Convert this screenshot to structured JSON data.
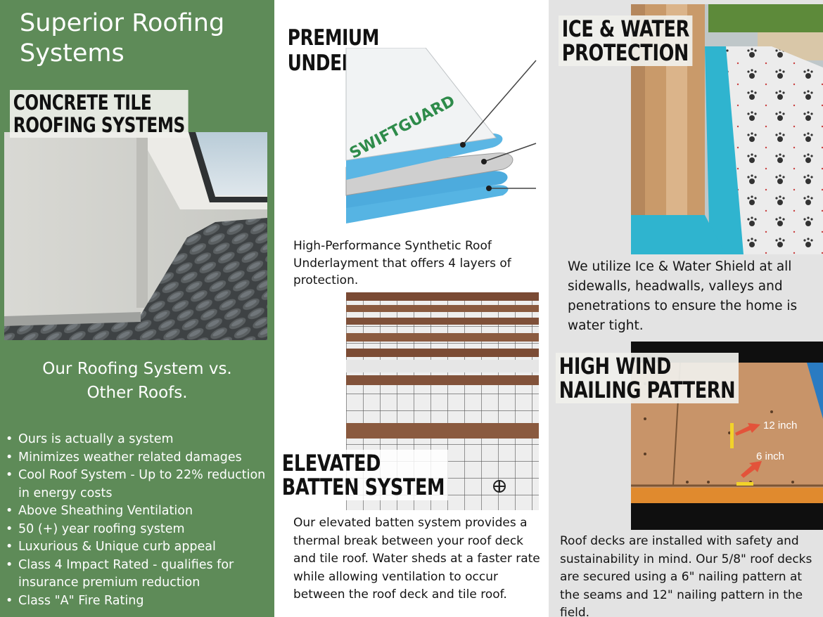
{
  "left": {
    "title": "Superior Roofing Systems",
    "label": {
      "line1": "CONCRETE TILE",
      "line2": "ROOFING SYSTEMS"
    },
    "subhead": {
      "line1": "Our Roofing System vs.",
      "line2": "Other Roofs."
    },
    "bullets": [
      "Ours is actually a system",
      "Minimizes weather related damages",
      "Cool Roof System - Up to 22% reduction in energy costs",
      "Above Sheathing Ventilation",
      "50 (+) year roofing system",
      "Luxurious & Unique curb appeal",
      "Class 4 Impact Rated - qualifies for insurance premium reduction",
      "Class \"A\" Fire Rating"
    ]
  },
  "middle": {
    "underlayment_title": "PREMIUM UNDERLAYMENT",
    "brand_text": "SWIFTGUARD",
    "underlayment_text": "High-Performance Synthetic Roof Underlayment that offers 4 layers of protection.",
    "batten_label": {
      "line1": "ELEVATED",
      "line2": "BATTEN SYSTEM"
    },
    "batten_text": "Our elevated batten system provides a thermal break between your roof deck and tile roof. Water sheds at a faster rate while allowing ventilation to occur between the roof deck and tile roof."
  },
  "right": {
    "ice_label": {
      "line1": "ICE & WATER",
      "line2": "PROTECTION"
    },
    "ice_text": "We utilize Ice & Water Shield at all sidewalls, headwalls, valleys and penetrations to ensure the home is water tight.",
    "wind_label": {
      "line1": "HIGH WIND",
      "line2": "NAILING PATTERN"
    },
    "callout_12": "12 inch",
    "callout_6": "6 inch",
    "wind_text": "Roof decks are installed with safety and sustainability in mind. Our 5/8\" roof decks are secured using a 6\" nailing pattern at the seams and 12\" nailing pattern in the field."
  },
  "colors": {
    "green": "#5e8b58",
    "cyan": "#2fb4cf",
    "plywood": "#c99a6a"
  }
}
